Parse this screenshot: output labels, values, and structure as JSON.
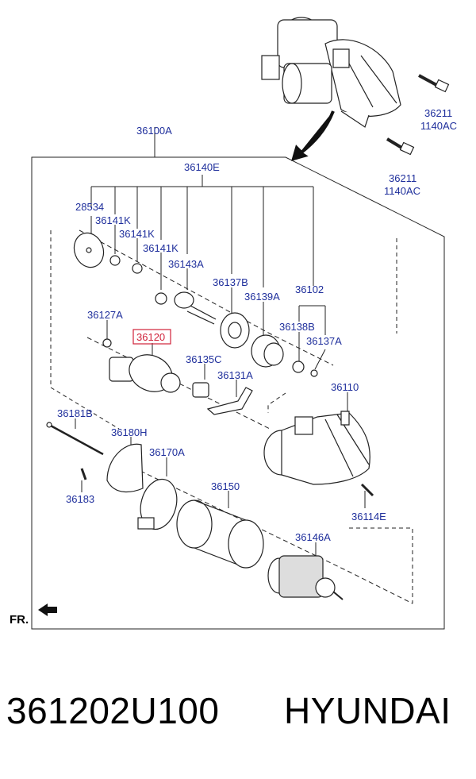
{
  "diagram": {
    "labels": {
      "l_36211_a": "36211",
      "l_1140ac_a": "1140AC",
      "l_36211_b": "36211",
      "l_1140ac_b": "1140AC",
      "l_36100a": "36100A",
      "l_36140e": "36140E",
      "l_28534": "28534",
      "l_36141k_1": "36141K",
      "l_36141k_2": "36141K",
      "l_36141k_3": "36141K",
      "l_36143a": "36143A",
      "l_36137b": "36137B",
      "l_36139a": "36139A",
      "l_36102": "36102",
      "l_36127a": "36127A",
      "l_36120": "36120",
      "l_36138b": "36138B",
      "l_36137a": "36137A",
      "l_36135c": "36135C",
      "l_36131a": "36131A",
      "l_36110": "36110",
      "l_36181b": "36181B",
      "l_36180h": "36180H",
      "l_36170a": "36170A",
      "l_36183": "36183",
      "l_36150": "36150",
      "l_36114e": "36114E",
      "l_36146a": "36146A"
    },
    "direction_label": "FR.",
    "highlight_color": "#d0223a",
    "label_color": "#1f2f9c"
  },
  "footer": {
    "part_number": "361202U100",
    "brand": "HYUNDAI"
  }
}
